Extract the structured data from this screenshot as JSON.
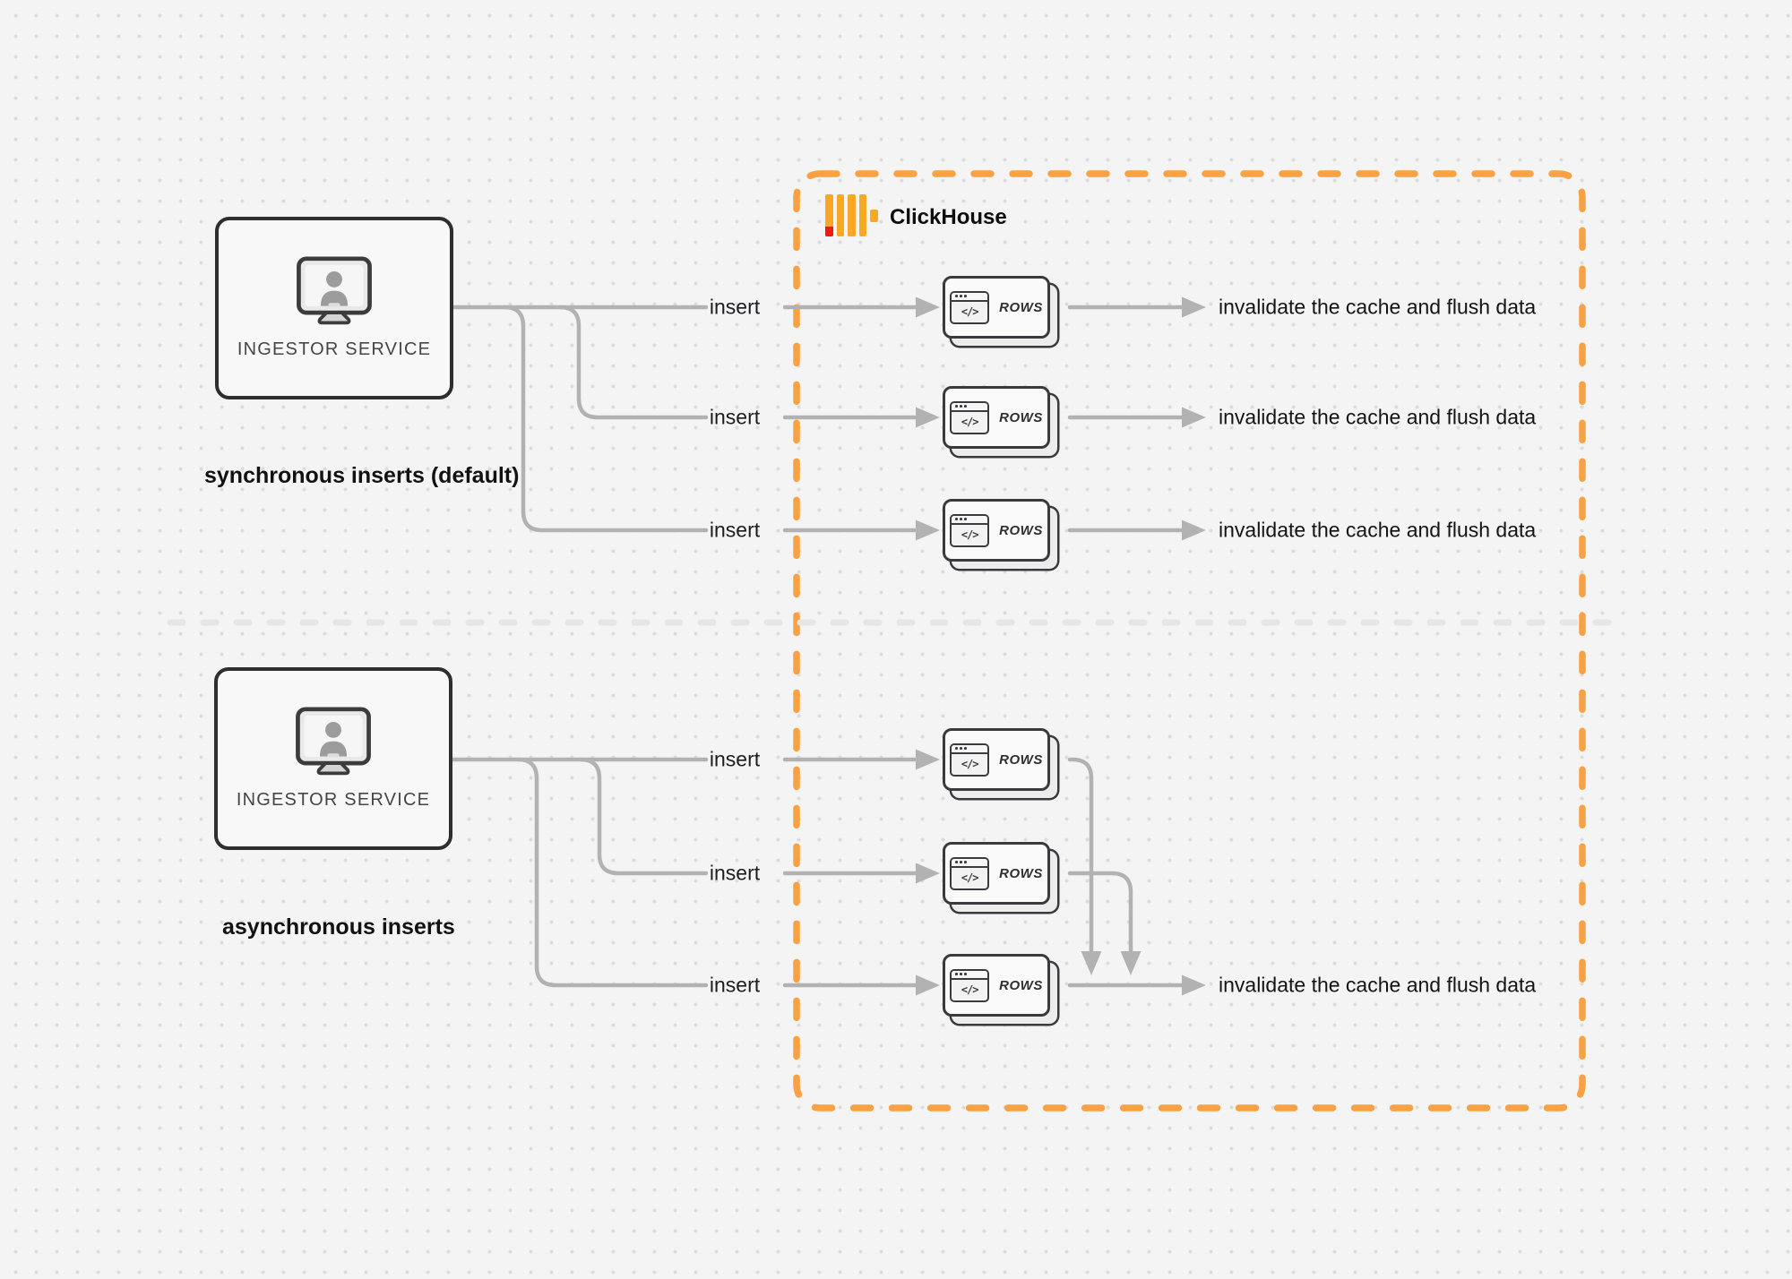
{
  "diagram": {
    "clickhouse": {
      "brand": "ClickHouse"
    },
    "sync": {
      "caption": "synchronous inserts (default)",
      "source_label": "INGESTOR SERVICE",
      "flows": [
        {
          "insert": "insert",
          "node": "ROWS",
          "result": "invalidate the cache and flush data"
        },
        {
          "insert": "insert",
          "node": "ROWS",
          "result": "invalidate the cache and flush data"
        },
        {
          "insert": "insert",
          "node": "ROWS",
          "result": "invalidate the cache and flush data"
        }
      ]
    },
    "async": {
      "caption": "asynchronous inserts",
      "source_label": "INGESTOR SERVICE",
      "flows": [
        {
          "insert": "insert",
          "node": "ROWS"
        },
        {
          "insert": "insert",
          "node": "ROWS"
        },
        {
          "insert": "insert",
          "node": "ROWS",
          "result": "invalidate the cache and flush data"
        }
      ]
    },
    "icons": {
      "code_glyph": "</>"
    },
    "colors": {
      "container_border": "#F8A243",
      "logo_yellow": "#F9A825",
      "logo_red": "#F21A0F",
      "connector_gray": "#B2B2B2"
    }
  }
}
